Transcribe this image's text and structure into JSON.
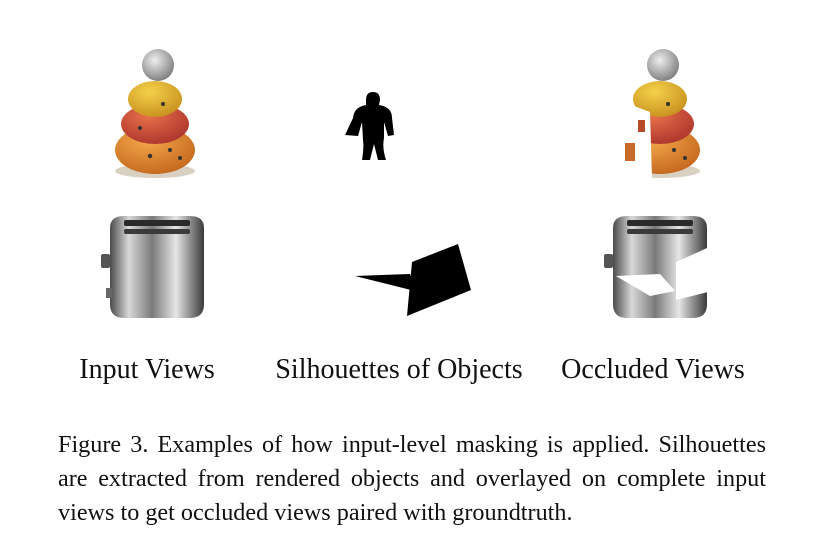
{
  "figure": {
    "columns": [
      {
        "label": "Input Views"
      },
      {
        "label": "Silhouettes of Objects"
      },
      {
        "label": "Occluded Views"
      }
    ],
    "caption": "Figure 3. Examples of how input-level masking is applied. Silhouettes are extracted from rendered objects and overlayed on complete input views to get occluded views paired with groundtruth."
  },
  "colors": {
    "text": "#111111",
    "silhouette": "#000000",
    "toy_top": "#e8c23a",
    "toy_middle": "#d8503a",
    "toy_bottom": "#e88a2a",
    "toaster": "#8c8c8c"
  }
}
